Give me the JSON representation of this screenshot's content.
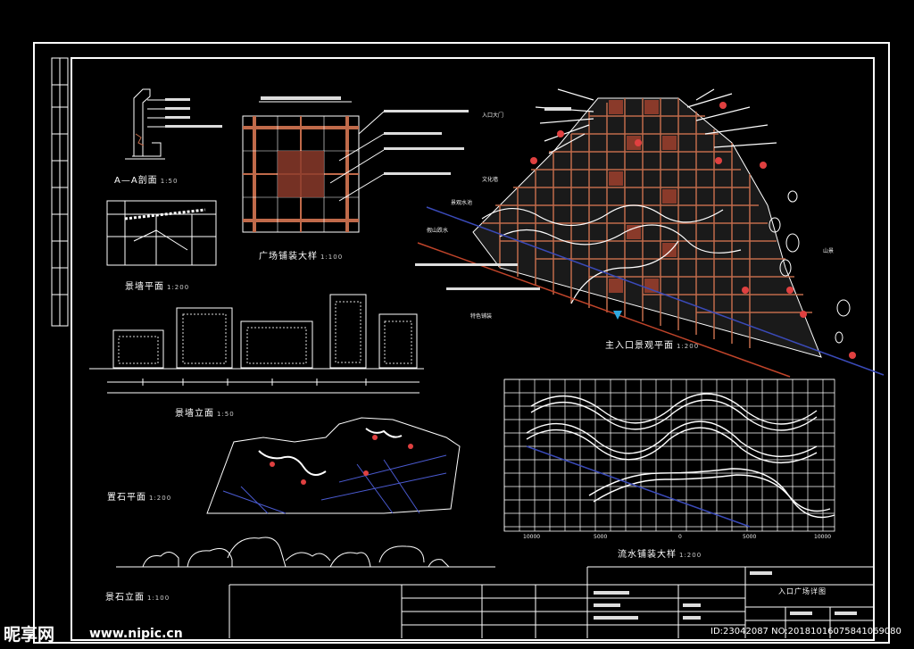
{
  "colors": {
    "background": "#000000",
    "line": "#ffffff",
    "paving": "#c06a4a",
    "accent": "#e04040",
    "blue": "#3a4ab8",
    "water": "#2fa8e0"
  },
  "drawing": {
    "section_aa": {
      "title": "A—A剖面",
      "scale": "1:50"
    },
    "square_paving": {
      "title": "广场铺装大样",
      "scale": "1:100"
    },
    "wall_plan": {
      "title": "景墙平面",
      "scale": "1:200"
    },
    "wall_elevation": {
      "title": "景墙立面",
      "scale": "1:50"
    },
    "rock_plan": {
      "title": "置石平面",
      "scale": "1:200"
    },
    "rock_elevation": {
      "title": "景石立面",
      "scale": "1:100"
    },
    "entrance_plan": {
      "title": "主入口景观平面",
      "scale": "1:200",
      "labels": [
        "入口大门",
        "文化墙",
        "景观水池",
        "假山跌水",
        "山景",
        "特色铺装"
      ]
    },
    "water_paving": {
      "title": "流水铺装大样",
      "scale": "1:200",
      "axis_labels": [
        "10000",
        "5000",
        "0",
        "5000",
        "10000"
      ]
    },
    "title_block": {
      "drawing_name": "入口广场详图"
    }
  },
  "watermark": {
    "brand": "昵享网",
    "url": "www.nipic.cn",
    "id_text": "ID:23042087 NO:20181016075841069080"
  },
  "icons": [
    "blossom-icon",
    "water-marker-icon"
  ]
}
